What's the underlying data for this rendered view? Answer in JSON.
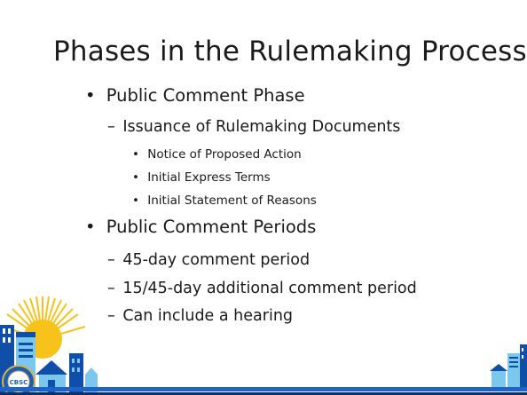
{
  "slide": {
    "title": "Phases in the Rulemaking Process",
    "bullets": [
      {
        "marker": "•",
        "text": "Public Comment Phase"
      },
      {
        "marker": "–",
        "text": "Issuance of Rulemaking Documents"
      },
      {
        "marker": "•",
        "text": "Notice of Proposed Action"
      },
      {
        "marker": "•",
        "text": "Initial Express Terms"
      },
      {
        "marker": "•",
        "text": "Initial Statement of Reasons"
      },
      {
        "marker": "•",
        "text": "Public Comment Periods"
      },
      {
        "marker": "–",
        "text": "45-day comment period"
      },
      {
        "marker": "–",
        "text": "15/45-day additional comment period"
      },
      {
        "marker": "–",
        "text": "Can include a hearing"
      }
    ],
    "seal_text": "CBSC"
  },
  "colors": {
    "bar_blue": "#1f63c6",
    "bar_navy": "#0d2f6a",
    "building_light": "#7bc7ee",
    "building_dark": "#0f4fa8",
    "sun": "#f7c21a"
  }
}
